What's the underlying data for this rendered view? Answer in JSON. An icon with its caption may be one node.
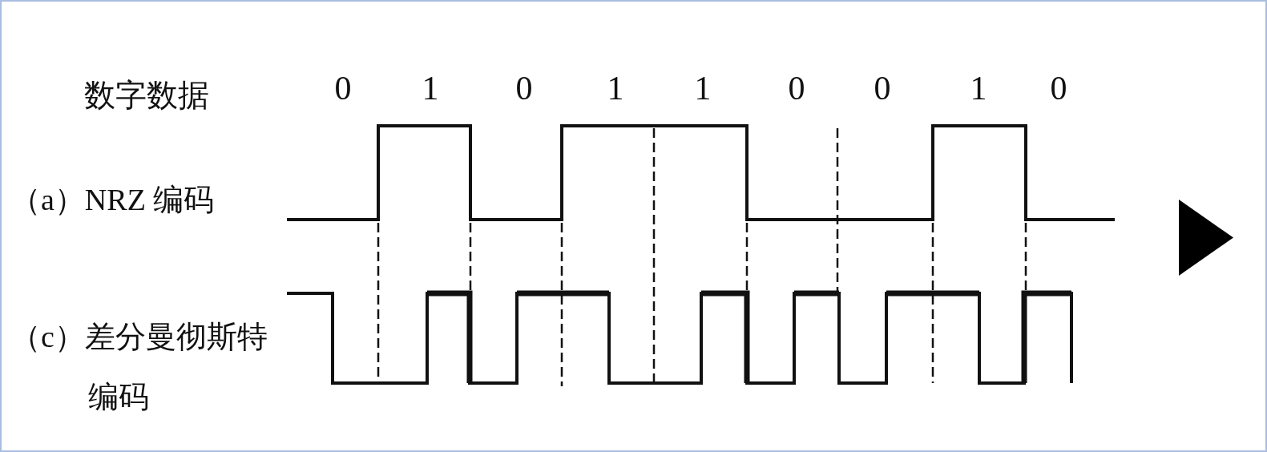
{
  "diagram": {
    "labels": [
      "数字数据",
      "0",
      "1",
      "0",
      "1",
      "1",
      "0",
      "0",
      "1",
      "0",
      "（a）NRZ 编码",
      "（c）差分曼彻斯特编码"
    ]
  }
}
